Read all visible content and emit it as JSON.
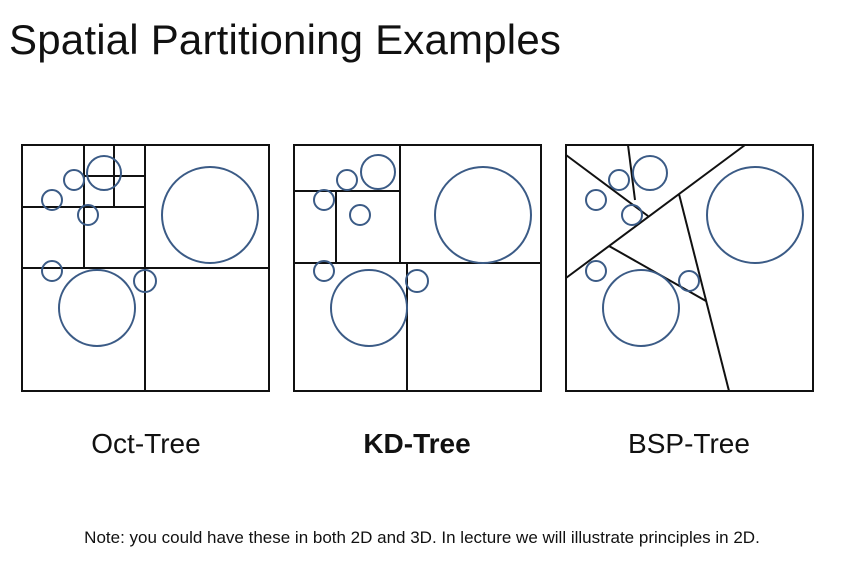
{
  "slide": {
    "title": "Spatial Partitioning Examples",
    "note": "Note: you could have these in both 2D and 3D.  In lecture we will illustrate principles in 2D."
  },
  "diagrams": [
    {
      "id": "oct-tree",
      "caption": "Oct-Tree",
      "caption_bold": false
    },
    {
      "id": "kd-tree",
      "caption": "KD-Tree",
      "caption_bold": true
    },
    {
      "id": "bsp-tree",
      "caption": "BSP-Tree",
      "caption_bold": false
    }
  ],
  "colors": {
    "object_outline": "#3b5b86",
    "partition_line": "#111111",
    "background": "#ffffff"
  }
}
